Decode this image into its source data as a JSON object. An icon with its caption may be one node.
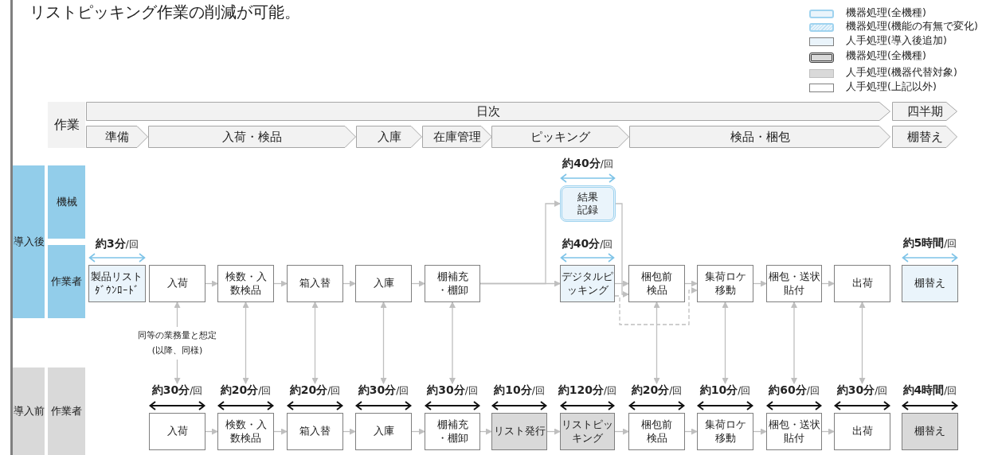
{
  "diagram": {
    "title": "リストピッキング作業の削減が可能。",
    "nodes": [
      {
        "text": [
          "作業"
        ]
      },
      {
        "text": [
          "日次"
        ]
      },
      {
        "text": [
          "四半期"
        ]
      },
      {
        "text": [
          "準備"
        ]
      },
      {
        "text": [
          "入荷・検品"
        ]
      },
      {
        "text": [
          "入庫"
        ]
      },
      {
        "text": [
          "在庫管理"
        ]
      },
      {
        "text": [
          "ピッキング"
        ]
      },
      {
        "text": [
          "検品・梱包"
        ]
      },
      {
        "text": [
          "棚替え"
        ]
      },
      {
        "text": [
          "導入後"
        ]
      },
      {
        "text": [
          "機械"
        ]
      },
      {
        "text": [
          "作業者"
        ]
      },
      {
        "text": [
          "製品リストﾀﾞｳﾝﾛｰﾄﾞ"
        ],
        "beside": [
          "**約3分**/回"
        ]
      },
      {
        "text": [
          "入荷"
        ]
      },
      {
        "text": [
          "検数・入数検品"
        ]
      },
      {
        "text": [
          "箱入替"
        ]
      },
      {
        "text": [
          "入庫"
        ]
      },
      {
        "text": [
          "棚補充・棚卸"
        ]
      },
      {
        "text": [
          "結果記録"
        ],
        "beside": [
          "**約40分**/回"
        ]
      },
      {
        "text": [
          "デジタルピッキング"
        ],
        "beside": [
          "**約40分**/回"
        ]
      },
      {
        "text": [
          "梱包前検品"
        ]
      },
      {
        "text": [
          "集荷ロケ移動"
        ]
      },
      {
        "text": [
          "梱包・送状貼付"
        ]
      },
      {
        "text": [
          "出荷"
        ]
      },
      {
        "text": [
          "棚替え"
        ],
        "beside": [
          "**約5時間**/回"
        ]
      },
      {
        "text": [
          "導入前"
        ]
      },
      {
        "text": [
          "作業者"
        ]
      },
      {
        "text": [
          "入荷"
        ],
        "beside": [
          "**約30分**/回"
        ]
      },
      {
        "text": [
          "検数・入数検品"
        ],
        "beside": [
          "**約20分**/回"
        ]
      },
      {
        "text": [
          "箱入替"
        ],
        "beside": [
          "**約20分**/回"
        ]
      },
      {
        "text": [
          "入庫"
        ],
        "beside": [
          "**約30分**/回"
        ]
      },
      {
        "text": [
          "棚補充・棚卸"
        ],
        "beside": [
          "**約30分**/回"
        ]
      },
      {
        "text": [
          "リスト発行"
        ],
        "beside": [
          "**約10分**/回"
        ]
      },
      {
        "text": [
          "リストピッキング"
        ],
        "beside": [
          "**約120分**/回"
        ]
      },
      {
        "text": [
          "梱包前検品"
        ],
        "beside": [
          "**約20分**/回"
        ]
      },
      {
        "text": [
          "集荷ロケ移動"
        ],
        "beside": [
          "**約10分**/回"
        ]
      },
      {
        "text": [
          "梱包・送状貼付"
        ],
        "beside": [
          "**約60分**/回"
        ]
      },
      {
        "text": [
          "出荷"
        ],
        "beside": [
          "**約30分**/回"
        ]
      },
      {
        "text": [
          "棚替え"
        ],
        "beside": [
          "**約4時間**/回"
        ]
      }
    ],
    "edges": [
      {
        "from": 14,
        "to": 15,
        "arrow": "to"
      },
      {
        "from": 15,
        "to": 16,
        "arrow": "to"
      },
      {
        "from": 16,
        "to": 17,
        "arrow": "to"
      },
      {
        "from": 17,
        "to": 18,
        "arrow": "to"
      },
      {
        "from": 18,
        "to": 20,
        "arrow": "to"
      },
      {
        "from": 18,
        "to": 19,
        "arrow": "to"
      },
      {
        "from": 19,
        "to": 21,
        "arrow": "to"
      },
      {
        "from": 20,
        "to": 21,
        "arrow": "to"
      },
      {
        "from": 20,
        "to": 22,
        "arrow": "to",
        "style": "dashed"
      },
      {
        "from": 21,
        "to": 22,
        "arrow": "to"
      },
      {
        "from": 22,
        "to": 23,
        "arrow": "to"
      },
      {
        "from": 23,
        "to": 24,
        "arrow": "to"
      },
      {
        "from": 28,
        "to": 29,
        "arrow": "to"
      },
      {
        "from": 29,
        "to": 30,
        "arrow": "to"
      },
      {
        "from": 30,
        "to": 31,
        "arrow": "to"
      },
      {
        "from": 31,
        "to": 32,
        "arrow": "to"
      },
      {
        "from": 32,
        "to": 33,
        "arrow": "to"
      },
      {
        "from": 33,
        "to": 34,
        "arrow": "to"
      },
      {
        "from": 34,
        "to": 35,
        "arrow": "to"
      },
      {
        "from": 35,
        "to": 36,
        "arrow": "to"
      },
      {
        "from": 36,
        "to": 37,
        "arrow": "to"
      },
      {
        "from": 37,
        "to": 38,
        "arrow": "to"
      },
      {
        "from": 14,
        "to": 28,
        "arrow": "both",
        "label": "同等の業務量と想定(以降、同様)"
      },
      {
        "from": 15,
        "to": 29,
        "arrow": "both"
      },
      {
        "from": 16,
        "to": 30,
        "arrow": "both"
      },
      {
        "from": 17,
        "to": 31,
        "arrow": "both"
      },
      {
        "from": 18,
        "to": 32,
        "arrow": "both"
      },
      {
        "from": 21,
        "to": 35,
        "arrow": "both"
      },
      {
        "from": 22,
        "to": 36,
        "arrow": "both"
      },
      {
        "from": 23,
        "to": 37,
        "arrow": "both"
      },
      {
        "from": 24,
        "to": 38,
        "arrow": "both"
      }
    ],
    "legend": [
      {
        "text": "機器処理(全機種)",
        "color": "#eaf4fb"
      },
      {
        "text": "機器処理(機能の有無で変化)"
      },
      {
        "text": "人手処理(導入後追加)",
        "color": "#eaf4fb"
      },
      {
        "text": "機器処理(全機種)"
      },
      {
        "text": "人手処理(機器代替対象)",
        "color": "#d9d9d9"
      },
      {
        "text": "人手処理(上記以外)",
        "color": "#ffffff"
      }
    ]
  }
}
